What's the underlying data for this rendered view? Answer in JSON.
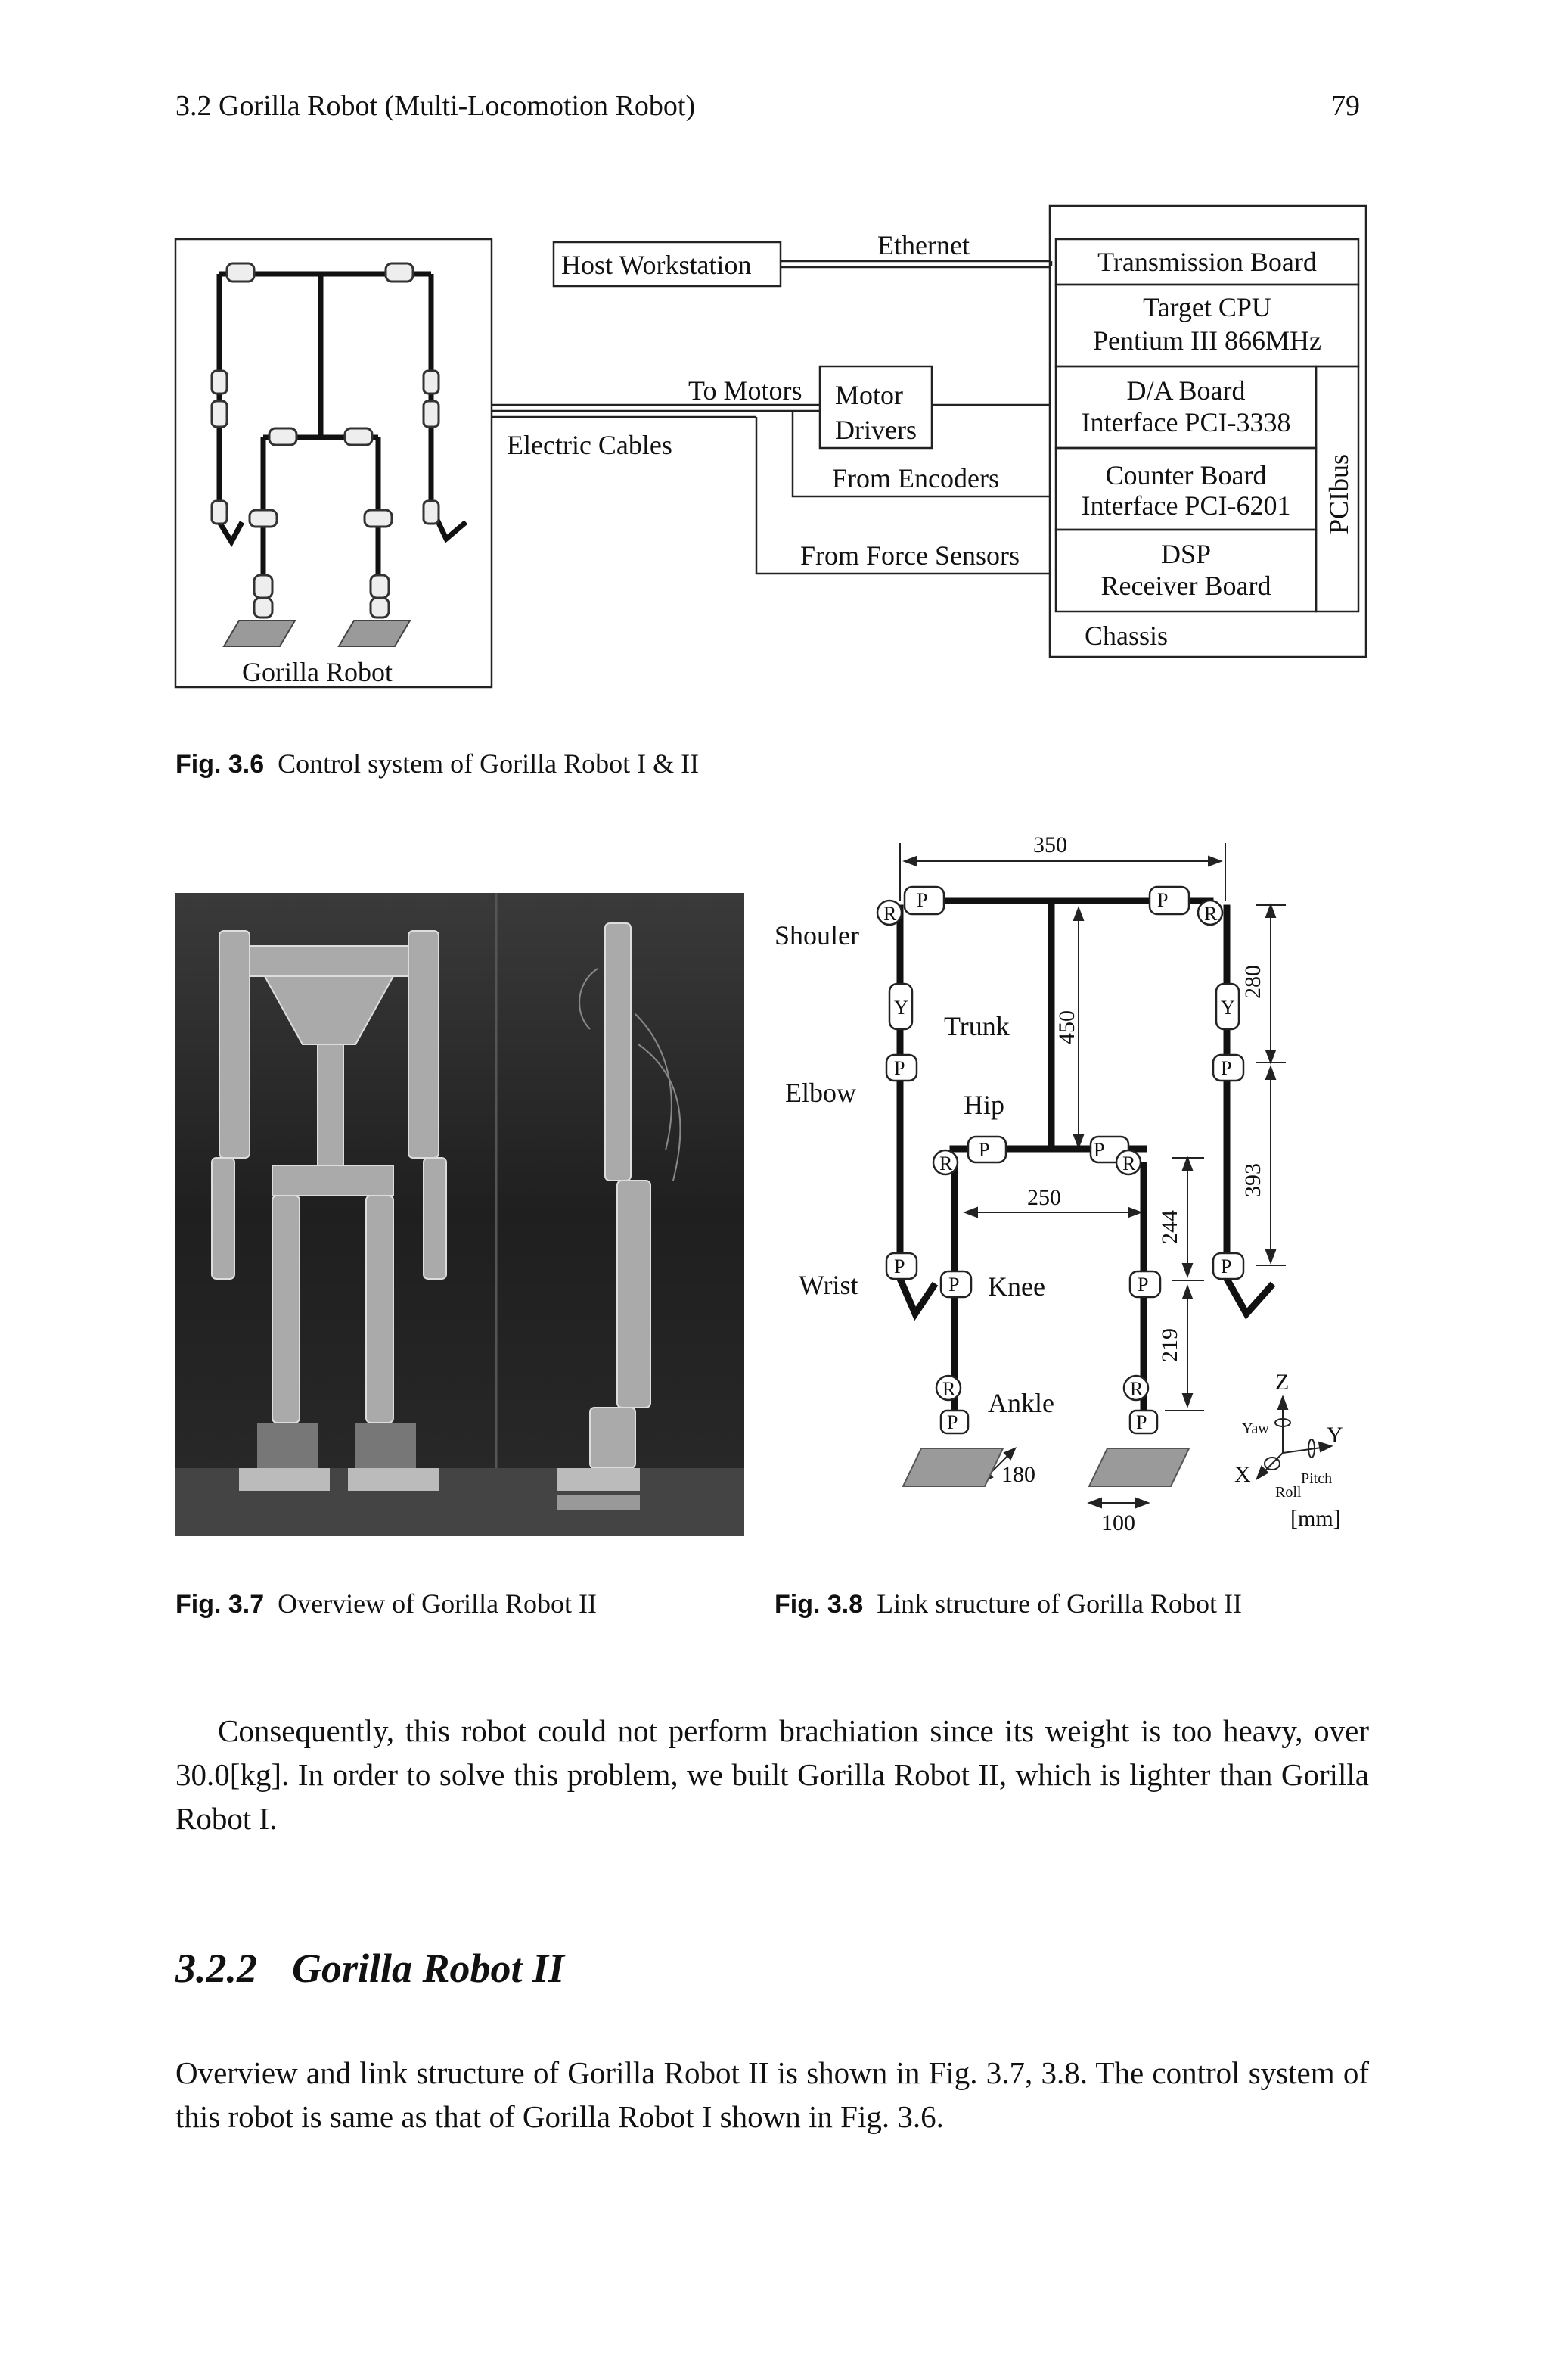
{
  "header": {
    "section_title": "3.2 Gorilla Robot (Multi-Locomotion Robot)",
    "page_number": "79"
  },
  "figure_36": {
    "robot_label": "Gorilla Robot",
    "host": "Host Workstation",
    "ethernet": "Ethernet",
    "electric_cables": "Electric Cables",
    "to_motors": "To Motors",
    "motor_drivers_1": "Motor",
    "motor_drivers_2": "Drivers",
    "from_encoders": "From Encoders",
    "from_force_sensors": "From Force Sensors",
    "transmission_board": "Transmission Board",
    "target_cpu_1": "Target CPU",
    "target_cpu_2": "Pentium III 866MHz",
    "da_board_1": "D/A Board",
    "da_board_2": "Interface PCI-3338",
    "counter_board_1": "Counter Board",
    "counter_board_2": "Interface PCI-6201",
    "dsp_1": "DSP",
    "dsp_2": "Receiver Board",
    "pcibus": "PCIbus",
    "chassis": "Chassis",
    "caption_label": "Fig. 3.6",
    "caption_text": "Control system of Gorilla Robot I & II"
  },
  "figure_37": {
    "caption_label": "Fig. 3.7",
    "caption_text": "Overview of Gorilla Robot II"
  },
  "figure_38": {
    "dim_350": "350",
    "dim_280": "280",
    "dim_450": "450",
    "dim_393": "393",
    "dim_250": "250",
    "dim_244": "244",
    "dim_219": "219",
    "dim_180": "180",
    "dim_100": "100",
    "shoulder": "Shouler",
    "trunk": "Trunk",
    "elbow": "Elbow",
    "hip": "Hip",
    "wrist": "Wrist",
    "knee": "Knee",
    "ankle": "Ankle",
    "joint_r": "R",
    "joint_p": "P",
    "joint_y": "Y",
    "axis_z": "Z",
    "axis_y": "Y",
    "axis_x": "X",
    "yaw": "Yaw",
    "pitch": "Pitch",
    "roll": "Roll",
    "unit": "[mm]",
    "caption_label": "Fig. 3.8",
    "caption_text": "Link structure of Gorilla Robot II"
  },
  "body": {
    "paragraph_1": "Consequently, this robot could not perform brachiation since its weight is too heavy, over 30.0[kg]. In order to solve this problem, we built Gorilla Robot II, which is lighter than Gorilla Robot I.",
    "section_number": "3.2.2",
    "section_title": "Gorilla Robot II",
    "paragraph_2": "Overview and link structure of Gorilla Robot II is shown in Fig. 3.7, 3.8. The control system of this robot is same as that of Gorilla Robot I shown in Fig. 3.6."
  }
}
